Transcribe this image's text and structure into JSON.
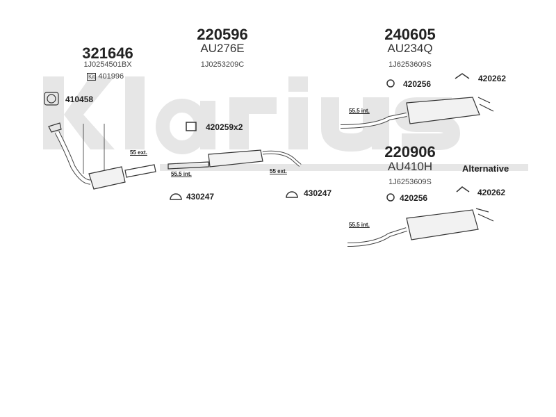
{
  "watermark": "Klarius",
  "groups": [
    {
      "part": "321646",
      "oem": "1J0254501BX",
      "kit": "401996",
      "kit_label": "Kit"
    },
    {
      "part": "220596",
      "ref": "AU276E",
      "oem": "1J0253209C"
    },
    {
      "part": "240605",
      "ref": "AU234Q",
      "oem": "1J6253609S"
    },
    {
      "part": "220906",
      "ref": "AU410H",
      "oem": "1J6253609S"
    }
  ],
  "accessories": {
    "gasket": "410458",
    "clamp_x2": "420259x2",
    "mount_a": "430247",
    "mount_b": "430247",
    "rubber_top": "420256",
    "hanger_top": "420262",
    "rubber_bot": "420256",
    "hanger_bot": "420262"
  },
  "dimensions": {
    "d1": "55 ext.",
    "d2": "55.5 int.",
    "d3": "55 ext.",
    "d4": "55.5 int.",
    "d5": "55.5 int."
  },
  "alternative_label": "Alternative"
}
